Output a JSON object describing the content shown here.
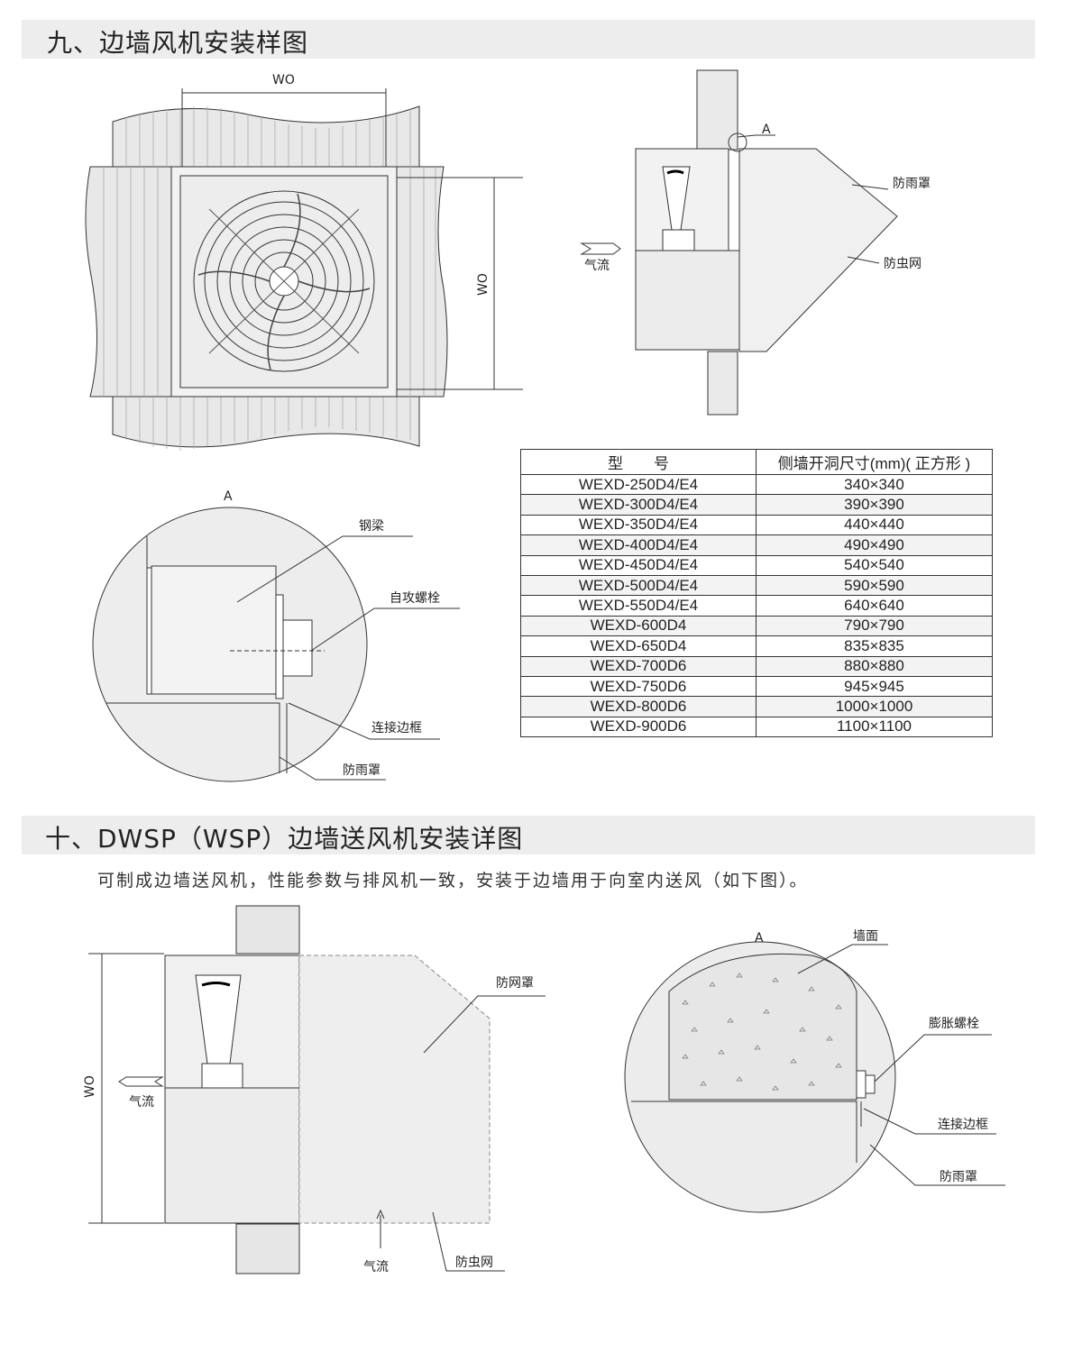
{
  "section9": {
    "title": "九、边墙风机安装样图",
    "front_view": {
      "dim_width": "WO",
      "dim_height": "WO"
    },
    "side_view": {
      "detail_ref": "A",
      "rain_cover": "防雨罩",
      "insect_net": "防虫网",
      "airflow": "气流"
    },
    "detail_a": {
      "ref": "A",
      "steel_beam": "钢梁",
      "self_tapping_bolt": "自攻螺栓",
      "connecting_frame": "连接边框",
      "rain_cover": "防雨罩"
    },
    "table": {
      "headers": [
        "型　　号",
        "侧墙开洞尺寸(mm)( 正方形 )"
      ],
      "rows": [
        [
          "WEXD-250D4/E4",
          "340×340"
        ],
        [
          "WEXD-300D4/E4",
          "390×390"
        ],
        [
          "WEXD-350D4/E4",
          "440×440"
        ],
        [
          "WEXD-400D4/E4",
          "490×490"
        ],
        [
          "WEXD-450D4/E4",
          "540×540"
        ],
        [
          "WEXD-500D4/E4",
          "590×590"
        ],
        [
          "WEXD-550D4/E4",
          "640×640"
        ],
        [
          "WEXD-600D4",
          "790×790"
        ],
        [
          "WEXD-650D4",
          "835×835"
        ],
        [
          "WEXD-700D6",
          "880×880"
        ],
        [
          "WEXD-750D6",
          "945×945"
        ],
        [
          "WEXD-800D6",
          "1000×1000"
        ],
        [
          "WEXD-900D6",
          "1100×1100"
        ]
      ]
    }
  },
  "section10": {
    "title": "十、DWSP（WSP）边墙送风机安装详图",
    "description": "可制成边墙送风机，性能参数与排风机一致，安装于边墙用于向室内送风（如下图）。",
    "side_view": {
      "dim_height": "WO",
      "mesh_cover": "防网罩",
      "airflow_left": "气流",
      "airflow_bottom": "气流",
      "insect_net": "防虫网"
    },
    "detail_a": {
      "ref": "A",
      "wall_surface": "墙面",
      "expansion_bolt": "膨胀螺栓",
      "connecting_frame": "连接边框",
      "rain_cover": "防雨罩"
    }
  }
}
